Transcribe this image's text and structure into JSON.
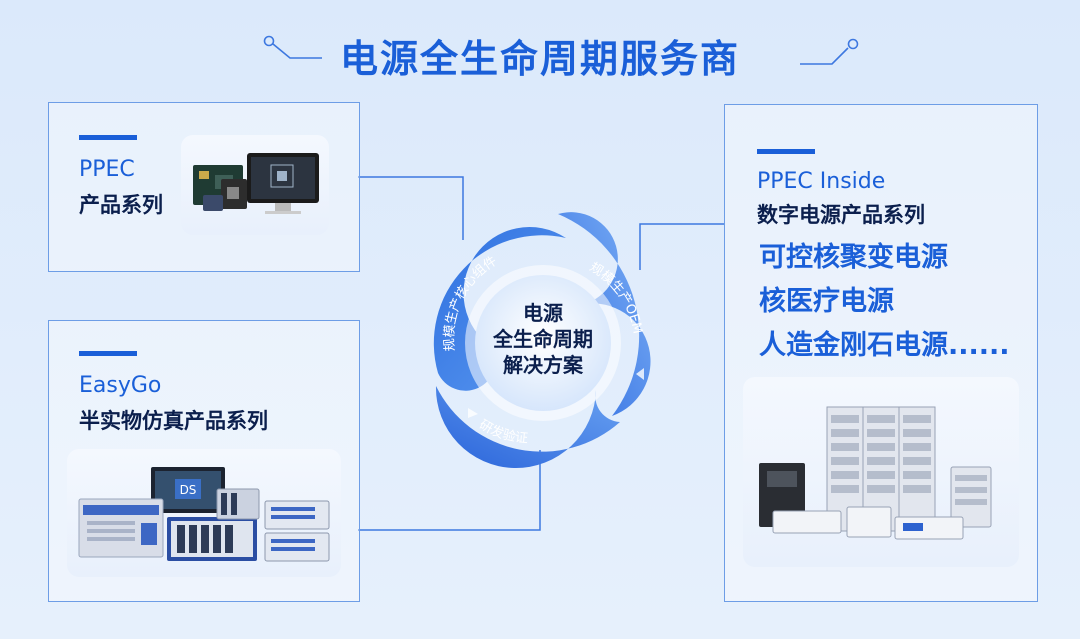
{
  "title": "电源全生命周期服务商",
  "panels": {
    "ppec": {
      "title": "PPEC",
      "subtitle": "产品系列"
    },
    "easygo": {
      "title": "EasyGo",
      "subtitle": "半实物仿真产品系列",
      "screen_label": "DS"
    },
    "inside": {
      "title": "PPEC Inside",
      "subtitle": "数字电源产品系列",
      "items": [
        "可控核聚变电源",
        "核医疗电源",
        "人造金刚石电源......"
      ]
    }
  },
  "cycle": {
    "center": [
      "电源",
      "全生命周期",
      "解决方案"
    ],
    "segments": [
      "规模生产核心组件",
      "规模生产OEM",
      "研发验证"
    ]
  },
  "colors": {
    "accent": "#1a5fd8",
    "background": "#dbe9fb"
  }
}
